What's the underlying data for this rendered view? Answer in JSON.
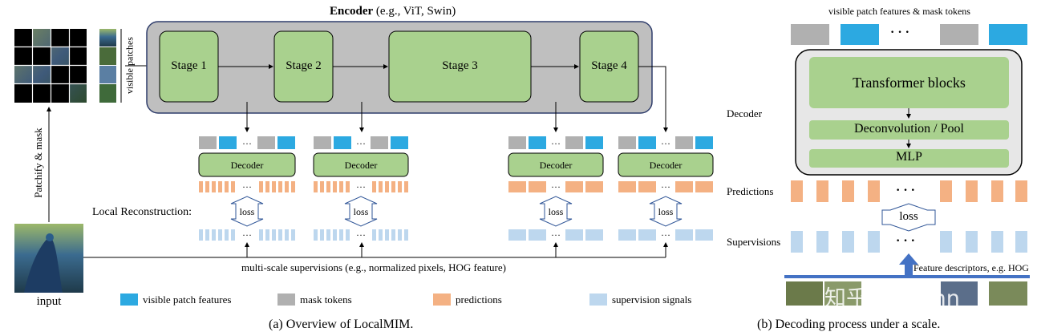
{
  "left": {
    "encoder_title_bold": "Encoder",
    "encoder_title_rest": " (e.g., ViT, Swin)",
    "stages": [
      "Stage 1",
      "Stage 2",
      "Stage 3",
      "Stage 4"
    ],
    "decoder_label": "Decoder",
    "loss_label": "loss",
    "ellipsis": "···",
    "local_reconstruction": "Local Reconstruction:",
    "multi_scale": "multi-scale supervisions (e.g., normalized pixels, HOG feature)",
    "visible_patches": "visible patches",
    "patchify": "Patchify & mask",
    "input": "input",
    "caption": "(a) Overview of LocalMIM."
  },
  "legend": [
    {
      "label": "visible patch features",
      "color": "#2ca9e1"
    },
    {
      "label": "mask tokens",
      "color": "#b0b0b0"
    },
    {
      "label": "predictions",
      "color": "#f4b183"
    },
    {
      "label": "supervision signals",
      "color": "#bdd7ee"
    }
  ],
  "right": {
    "top_label": "visible patch features & mask tokens",
    "transformer": "Transformer blocks",
    "deconv": "Deconvolution / Pool",
    "mlp": "MLP",
    "decoder_side": "Decoder",
    "predictions_side": "Predictions",
    "supervisions_side": "Supervisions",
    "loss_label": "loss",
    "ellipsis": "· · ·",
    "feature_desc": "Feature descriptors, e.g. HOG",
    "caption": "(b) Decoding process under a scale.",
    "watermark": "知乎 @Glenn"
  },
  "colors": {
    "green": "#a9d18e",
    "encoder_bg": "#bfbfbf",
    "navy": "#2f3d6b",
    "visible_blue": "#2ca9e1",
    "mask_gray": "#b0b0b0",
    "pred_orange": "#f4b183",
    "sup_blue": "#bdd7ee",
    "arrow_blue": "#4472c4"
  }
}
